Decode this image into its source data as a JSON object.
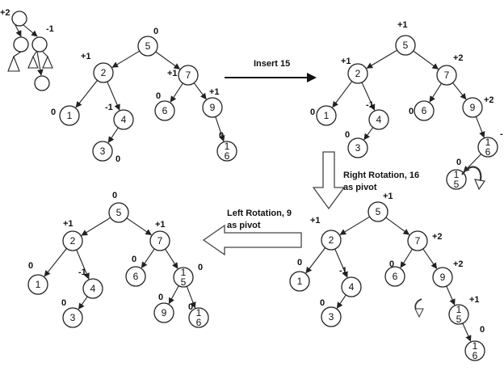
{
  "inset": {
    "balance_root": "+2",
    "balance_right": "-1"
  },
  "captions": {
    "insert": "Insert 15",
    "right_rotation_line1": "Right Rotation, 16",
    "right_rotation_line2": "as pivot",
    "left_rotation_line1": "Left Rotation, 9",
    "left_rotation_line2": "as pivot"
  },
  "trees": [
    {
      "id": "tree-initial",
      "nodes": [
        {
          "id": "n5",
          "label": "5",
          "bf": "0"
        },
        {
          "id": "n2",
          "label": "2",
          "bf": "+1"
        },
        {
          "id": "n7",
          "label": "7",
          "bf": "+1"
        },
        {
          "id": "n1",
          "label": "1",
          "bf": "0"
        },
        {
          "id": "n4",
          "label": "4",
          "bf": "-1"
        },
        {
          "id": "n3",
          "label": "3",
          "bf": "0"
        },
        {
          "id": "n6",
          "label": "6",
          "bf": "0"
        },
        {
          "id": "n9",
          "label": "9",
          "bf": "+1"
        },
        {
          "id": "n16",
          "label": "1\n6",
          "bf": "0"
        }
      ]
    },
    {
      "id": "tree-after-insert",
      "nodes": [
        {
          "id": "n5",
          "label": "5",
          "bf": "+1"
        },
        {
          "id": "n2",
          "label": "2",
          "bf": "+1"
        },
        {
          "id": "n7",
          "label": "7",
          "bf": "+2"
        },
        {
          "id": "n1",
          "label": "1",
          "bf": "0"
        },
        {
          "id": "n4",
          "label": "4",
          "bf": "-1"
        },
        {
          "id": "n3",
          "label": "3",
          "bf": "0"
        },
        {
          "id": "n6",
          "label": "6",
          "bf": "0"
        },
        {
          "id": "n9",
          "label": "9",
          "bf": "+2"
        },
        {
          "id": "n16",
          "label": "1\n6",
          "bf": "-"
        },
        {
          "id": "n15",
          "label": "1\n5",
          "bf": "0"
        }
      ]
    },
    {
      "id": "tree-after-right-rotation",
      "nodes": [
        {
          "id": "n5",
          "label": "5",
          "bf": "+1"
        },
        {
          "id": "n2",
          "label": "2",
          "bf": "+1"
        },
        {
          "id": "n7",
          "label": "7",
          "bf": "+2"
        },
        {
          "id": "n1",
          "label": "1",
          "bf": "0"
        },
        {
          "id": "n4",
          "label": "4",
          "bf": "-1"
        },
        {
          "id": "n3",
          "label": "3",
          "bf": "0"
        },
        {
          "id": "n6",
          "label": "6",
          "bf": "0"
        },
        {
          "id": "n9",
          "label": "9",
          "bf": "+2"
        },
        {
          "id": "n15",
          "label": "1\n5",
          "bf": "+1"
        },
        {
          "id": "n16",
          "label": "1\n6",
          "bf": "0"
        }
      ]
    },
    {
      "id": "tree-after-left-rotation",
      "nodes": [
        {
          "id": "n5",
          "label": "5",
          "bf": "0"
        },
        {
          "id": "n2",
          "label": "2",
          "bf": "+1"
        },
        {
          "id": "n7",
          "label": "7",
          "bf": "+1"
        },
        {
          "id": "n1",
          "label": "1",
          "bf": "0"
        },
        {
          "id": "n4",
          "label": "4",
          "bf": "-1"
        },
        {
          "id": "n3",
          "label": "3",
          "bf": "0"
        },
        {
          "id": "n6",
          "label": "6",
          "bf": "0"
        },
        {
          "id": "n15",
          "label": "1\n5",
          "bf": "0"
        },
        {
          "id": "n9",
          "label": "9",
          "bf": "0"
        },
        {
          "id": "n16",
          "label": "1\n6",
          "bf": "0"
        }
      ]
    }
  ]
}
